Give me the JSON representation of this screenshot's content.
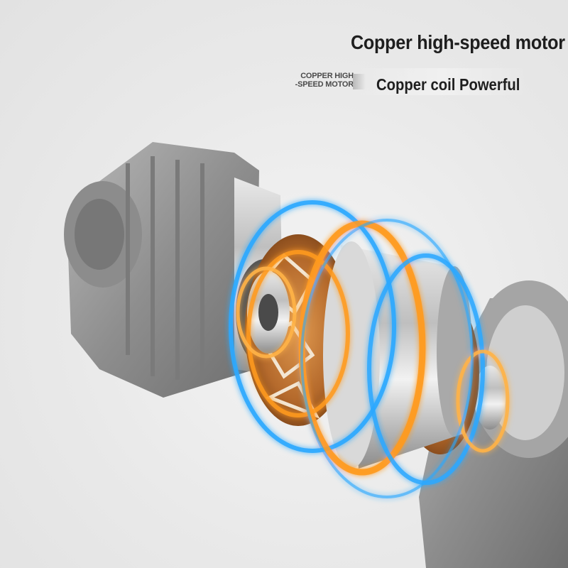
{
  "heading": {
    "title": "Copper high-speed motor",
    "tag_line_1": "COPPER HIGH",
    "tag_line_2": "-SPEED MOTOR",
    "subtitle": "Copper coil Powerful"
  },
  "colors": {
    "background": "#ededed",
    "housing": "#9a9a9a",
    "copper": "#b56a2c",
    "glow_orange": "#ff9a1f",
    "glow_blue": "#2aa8ff"
  }
}
